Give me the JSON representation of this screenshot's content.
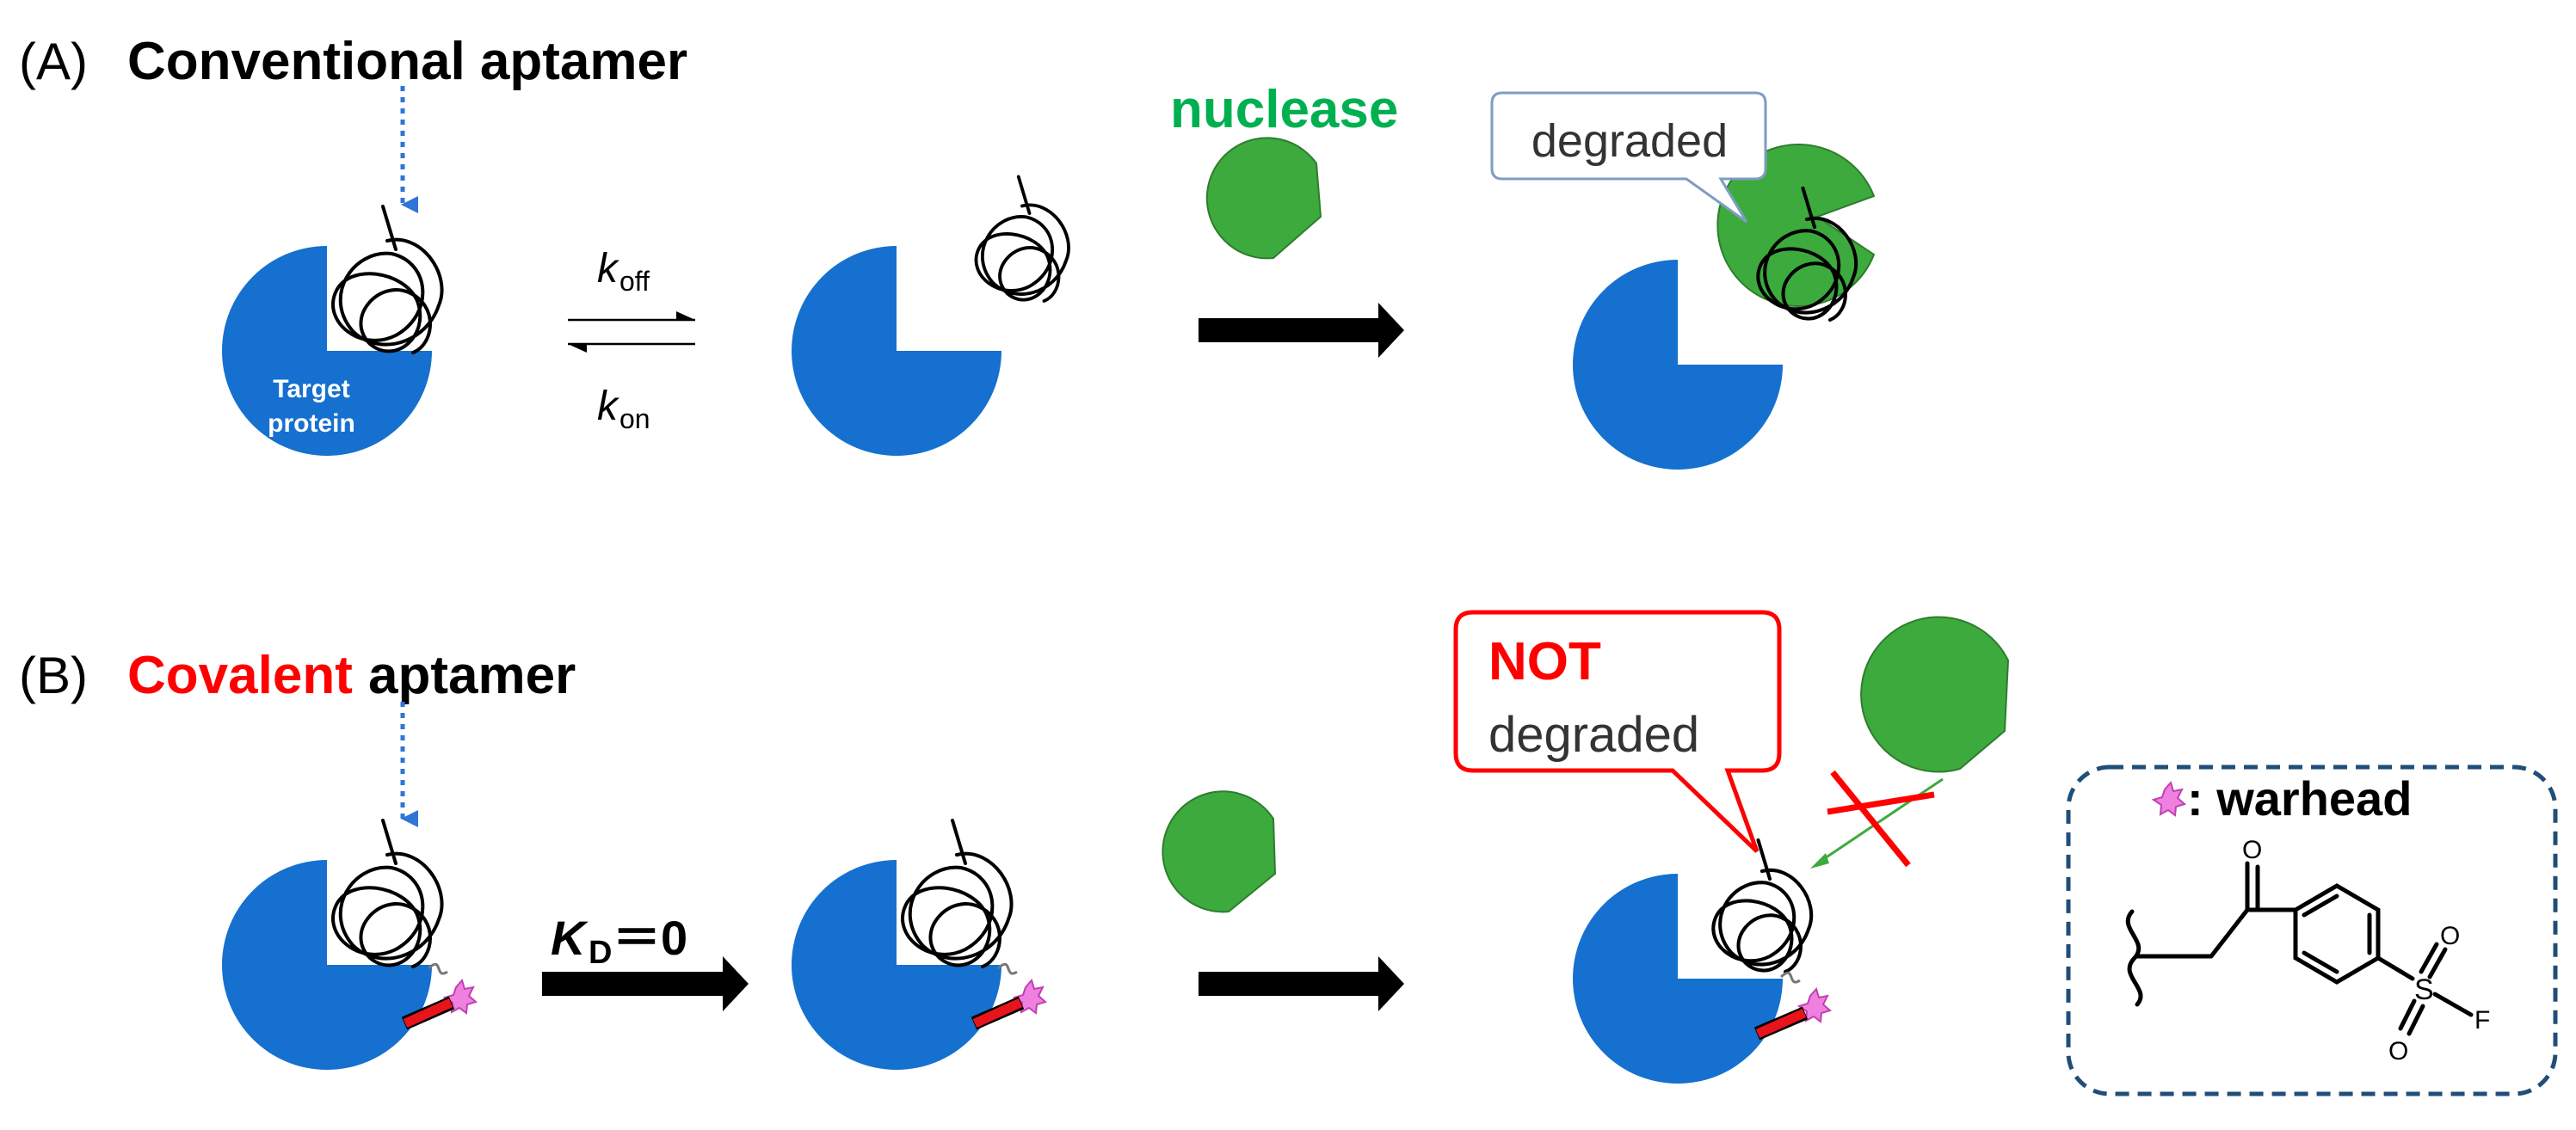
{
  "panel_a": {
    "paren_label": "(A)",
    "title": "Conventional aptamer",
    "protein_label_line1": "Target",
    "protein_label_line2": "protein",
    "k_off_main": "k",
    "k_off_sub": "off",
    "k_on_main": "k",
    "k_on_sub": "on",
    "nuclease_label": "nuclease",
    "callout_text": "degraded"
  },
  "panel_b": {
    "paren_label": "(B)",
    "title_highlight": "Covalent",
    "title_rest": "aptamer",
    "kd_main": "K",
    "kd_sub": "D",
    "kd_rest": "＝0",
    "callout_line1": "NOT",
    "callout_line2": "degraded",
    "legend_label": ": warhead",
    "structure_atoms": {
      "carbonyl_o": "O",
      "sulfur": "S",
      "sulfonyl_o_top": "O",
      "sulfonyl_o_bottom": "O",
      "fluorine": "F"
    }
  },
  "colors": {
    "protein_blue": "#1570cf",
    "nuclease_green": "#3daa3d",
    "nuclease_label_green": "#00b050",
    "highlight_red": "#ff0000",
    "callout_border_blue": "#7f9cc2",
    "legend_border_navy": "#1f4e79",
    "warhead_pink": "#f080e0",
    "dotted_arrow_blue": "#2e75d6"
  }
}
